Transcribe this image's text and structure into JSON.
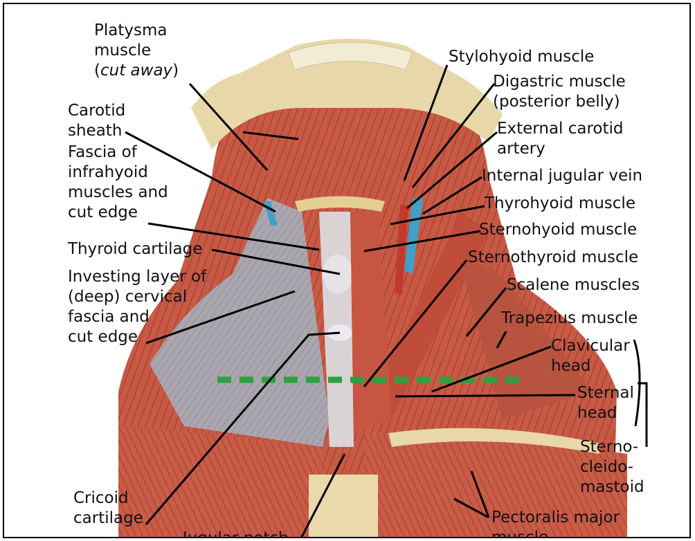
{
  "labels": {
    "platysma": [
      "Platysma",
      "muscle",
      "(",
      "cut away",
      ")"
    ],
    "carotid_sheath": [
      "Carotid",
      "sheath"
    ],
    "fascia_infrahyoid": [
      "Fascia of",
      "infrahyoid",
      "muscles and",
      "cut edge"
    ],
    "thyroid_cartilage": "Thyroid cartilage",
    "investing_layer": [
      "Investing layer of",
      "(deep) cervical",
      "fascia and",
      "cut edge"
    ],
    "cricoid_cartilage": [
      "Cricoid",
      "cartilage"
    ],
    "jugular_notch": "Jugular notch",
    "stylohyoid": "Stylohyoid muscle",
    "digastric": [
      "Digastric muscle",
      "(posterior belly)"
    ],
    "external_carotid": [
      "External carotid",
      "artery"
    ],
    "internal_jugular": "Internal jugular vein",
    "thyrohyoid": "Thyrohyoid muscle",
    "sternohyoid": "Sternohyoid muscle",
    "sternothyroid": "Sternothyroid muscle",
    "scalene": "Scalene muscles",
    "trapezius": "Trapezius muscle",
    "clavicular_head": [
      "Clavicular",
      "head"
    ],
    "sternal_head": [
      "Sternal",
      "head"
    ],
    "sternocleidomastoid": [
      "Sterno-",
      "cleido-",
      "mastoid"
    ],
    "pectoralis_major": [
      "Pectoralis major",
      "muscle"
    ]
  },
  "colors": {
    "muscle": "#c85a45",
    "muscle_dark": "#9e3a2c",
    "fascia": "#a9a4ab",
    "bone": "#e8d7a8",
    "tendon": "#e9ecf0",
    "vein": "#3fa0c8",
    "artery": "#c23a2e",
    "dashed_line": "#2ea043"
  }
}
